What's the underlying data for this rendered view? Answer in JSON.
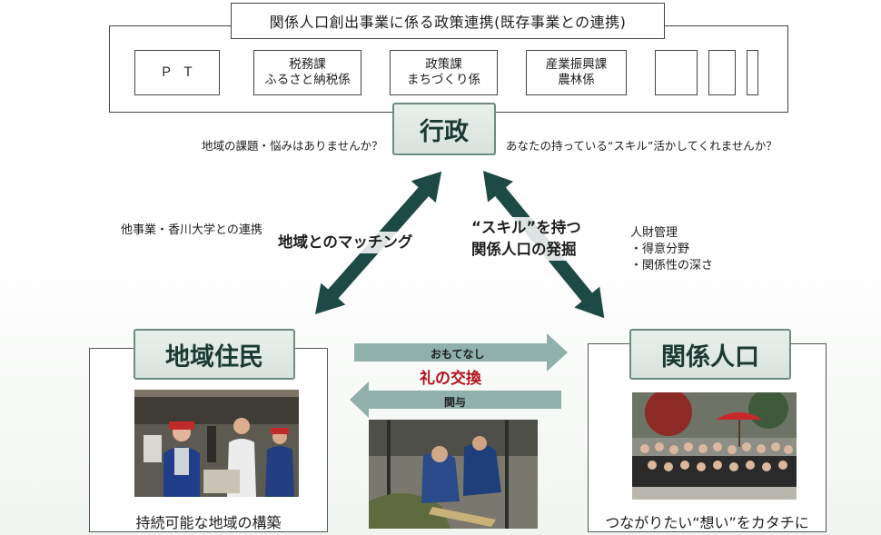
{
  "top": {
    "title": "関係人口創出事業に係る政策連携(既存事業との連携)",
    "departments": [
      {
        "line1": "ＰＴ",
        "line2": ""
      },
      {
        "line1": "税務課",
        "line2": "ふるさと納税係"
      },
      {
        "line1": "政策課",
        "line2": "まちづくり係"
      },
      {
        "line1": "産業振興課",
        "line2": "農林係"
      },
      {
        "line1": "",
        "line2": ""
      },
      {
        "line1": "",
        "line2": ""
      },
      {
        "line1": "",
        "line2": ""
      }
    ]
  },
  "gyosei": {
    "label": "行政",
    "question_left": "地域の課題・悩みはありませんか？",
    "question_right": "あなたの持っている“スキル”活かしてくれませんか？"
  },
  "left_link": {
    "note": "他事業・香川大学との連携",
    "label": "地域とのマッチング"
  },
  "right_link": {
    "label_line1": "“スキル”を持つ",
    "label_line2": "関係人口の発掘",
    "notes": [
      "人財管理",
      "・得意分野",
      "・関係性の深さ"
    ]
  },
  "exchange": {
    "top_arrow": "おもてなし",
    "center": "礼の交換",
    "bottom_arrow": "関与"
  },
  "residents": {
    "label": "地域住民",
    "caption": "持続可能な地域の構築"
  },
  "population": {
    "label": "関係人口",
    "caption": "つながりたい“想い”をカタチに"
  },
  "colors": {
    "arrow_dark": "#1d4a45",
    "arrow_light": "#8fb0ab",
    "accent_red": "#b3121f"
  }
}
